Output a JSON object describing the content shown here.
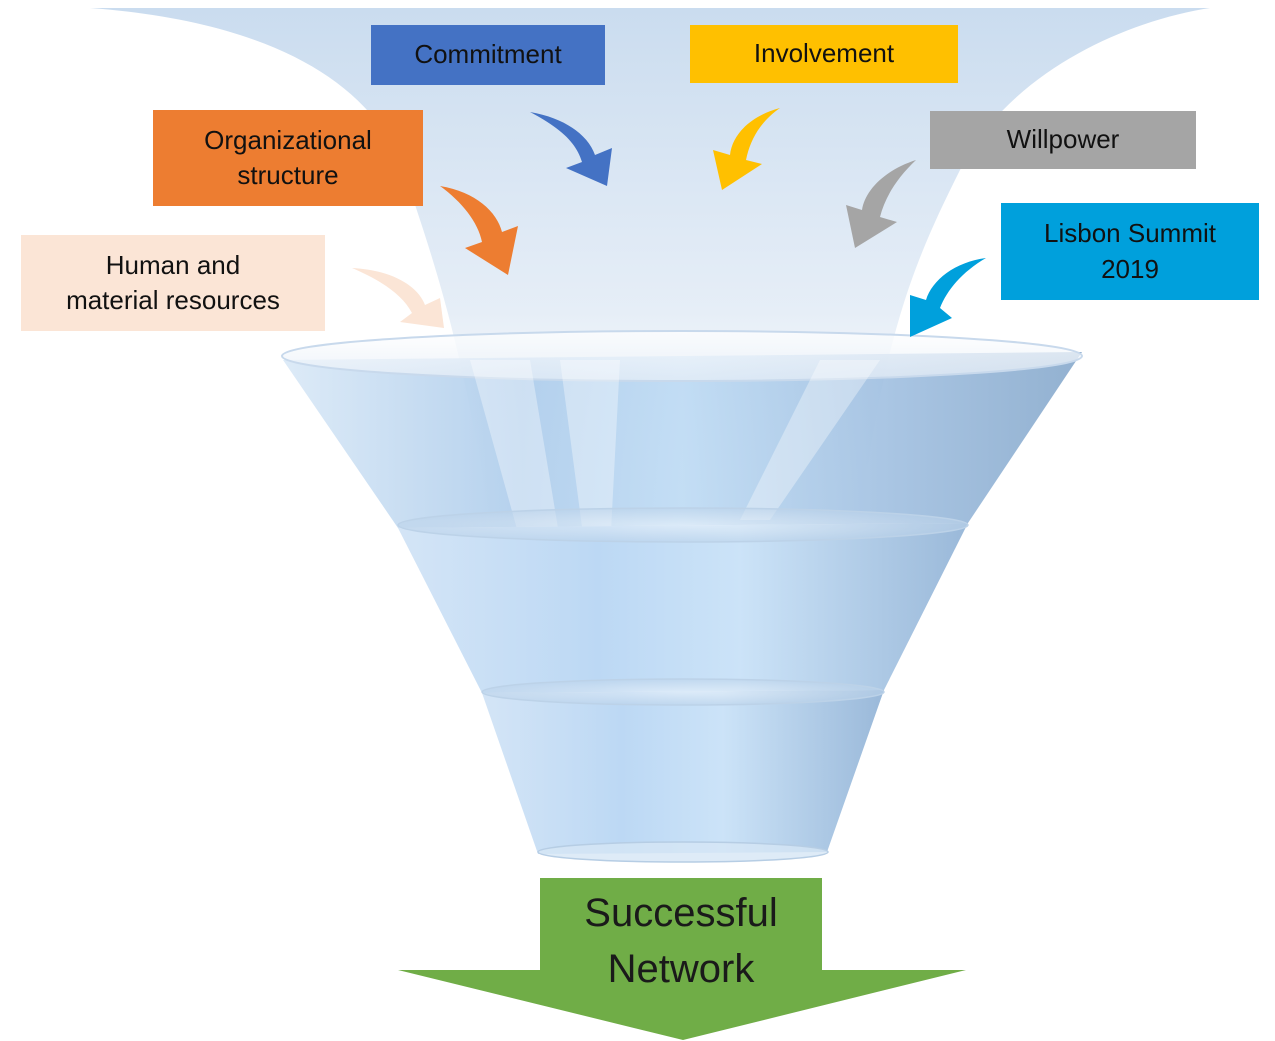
{
  "factors": [
    {
      "id": "commitment",
      "lines": [
        "Commitment"
      ],
      "color": "#4472c4"
    },
    {
      "id": "involvement",
      "lines": [
        "Involvement"
      ],
      "color": "#ffc000"
    },
    {
      "id": "willpower",
      "lines": [
        "Willpower"
      ],
      "color": "#a5a5a5"
    },
    {
      "id": "organizational-structure",
      "lines": [
        "Organizational",
        "structure"
      ],
      "color": "#ed7d31"
    },
    {
      "id": "lisbon-summit",
      "lines": [
        "Lisbon Summit",
        "2019"
      ],
      "color": "#00a0dc"
    },
    {
      "id": "human-material",
      "lines": [
        "Human and",
        "material resources"
      ],
      "color": "#fbe5d6"
    }
  ],
  "outcome": {
    "lines": [
      "Successful",
      "Network"
    ],
    "color": "#70ad47"
  },
  "funnel": {
    "glass_color": "#a9c8e6",
    "glow_color": "#dbe7f3"
  }
}
